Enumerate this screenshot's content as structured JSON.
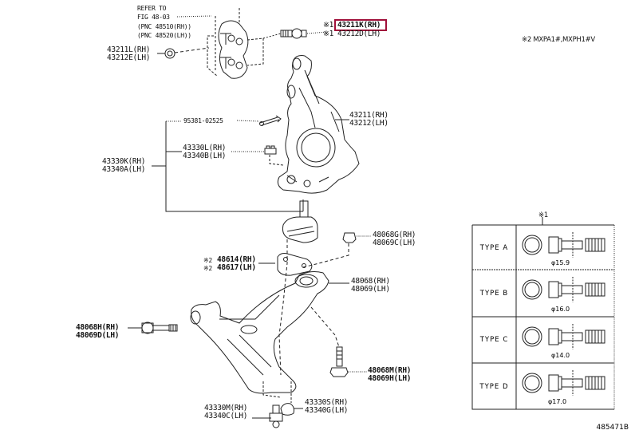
{
  "diagram": {
    "title_note": "※2 MXPA1#,MXPH1#V",
    "drawing_code": "485471B",
    "refer": {
      "line1": "REFER TO",
      "line2": "FIG 48-03",
      "line3": "(PNC 48510(RH))",
      "line4": "(PNC 48520(LH))"
    },
    "parts": {
      "bolt_hub": {
        "mark": "※1",
        "rh": "43211K(RH)",
        "lh": "43212D(LH)",
        "highlighted": true,
        "highlight_color": "#a0103a"
      },
      "nut_knuckle": {
        "rh": "43211L(RH)",
        "lh": "43212E(LH)"
      },
      "cotter_pin": {
        "part": "95381-02525"
      },
      "dust_deflector": {
        "rh": "43330L(RH)",
        "lh": "43340B(LH)"
      },
      "ball_joint_group": {
        "rh": "43330K(RH)",
        "lh": "43340A(LH)"
      },
      "knuckle": {
        "rh": "43211(RH)",
        "lh": "43212(LH)"
      },
      "nut_arm": {
        "rh": "48068G(RH)",
        "lh": "48069C(LH)"
      },
      "cover": {
        "mark": "※2",
        "rh": "48614(RH)",
        "lh": "48617(LH)"
      },
      "lower_arm": {
        "rh": "48068(RH)",
        "lh": "48069(LH)"
      },
      "bolt_front": {
        "rh": "48068H(RH)",
        "lh": "48069D(LH)"
      },
      "bolt_rear": {
        "rh": "48068M(RH)",
        "lh": "48069H(LH)"
      },
      "ball_joint_lower": {
        "rh": "43330M(RH)",
        "lh": "43340C(LH)"
      },
      "boot": {
        "rh": "43330S(RH)",
        "lh": "43340G(LH)"
      }
    },
    "type_table": {
      "header": "※1",
      "rows": [
        {
          "type": "TYPE  A",
          "diameter": "φ15.9"
        },
        {
          "type": "TYPE  B",
          "diameter": "φ16.0"
        },
        {
          "type": "TYPE  C",
          "diameter": "φ14.0"
        },
        {
          "type": "TYPE  D",
          "diameter": "φ17.0"
        }
      ]
    }
  }
}
